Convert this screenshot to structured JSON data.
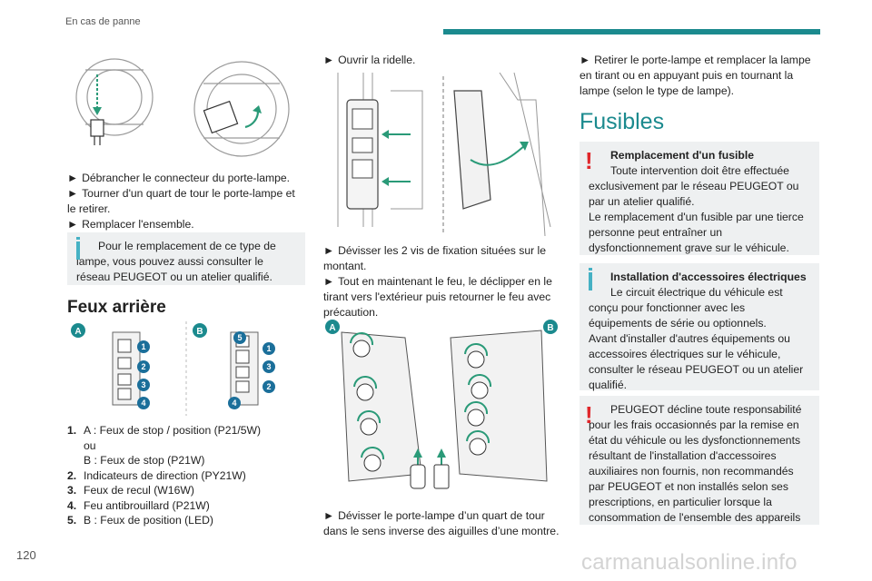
{
  "header": {
    "section_title": "En cas de panne",
    "accent_color": "#1b8a8e"
  },
  "page_number": "120",
  "watermark": "carmanualsonline.info",
  "col1": {
    "steps": [
      "Débrancher le connecteur du porte-lampe.",
      "Tourner d'un quart de tour le porte-lampe et le retirer.",
      "Remplacer l'ensemble."
    ],
    "note": "Pour le remplacement de ce type de lampe, vous pouvez aussi consulter le réseau PEUGEOT ou un atelier qualifié.",
    "heading": "Feux arrière",
    "fig_labels": {
      "a": "A",
      "b": "B"
    },
    "list": [
      {
        "num": "1.",
        "lines": [
          "A : Feux de stop / position (P21/5W)",
          "ou",
          "B : Feux de stop (P21W)"
        ]
      },
      {
        "num": "2.",
        "lines": [
          "Indicateurs de direction (PY21W)"
        ]
      },
      {
        "num": "3.",
        "lines": [
          "Feux de recul (W16W)"
        ]
      },
      {
        "num": "4.",
        "lines": [
          "Feu antibrouillard (P21W)"
        ]
      },
      {
        "num": "5.",
        "lines": [
          "B : Feux de position (LED)"
        ]
      }
    ]
  },
  "col2": {
    "step1": "Ouvrir la ridelle.",
    "step2": "Dévisser les 2 vis de fixation situées sur le montant.",
    "step3": "Tout en maintenant le feu, le déclipper en le tirant vers l'extérieur puis retourner le feu avec précaution.",
    "fig_labels": {
      "a": "A",
      "b": "B"
    },
    "step4": "Dévisser le porte-lampe d’un quart de tour dans le sens inverse des aiguilles d’une montre."
  },
  "col3": {
    "step1": "Retirer le porte-lampe et remplacer la lampe en tirant ou en appuyant puis en tournant la lampe (selon le type de lampe).",
    "heading": "Fusibles",
    "warn1": {
      "title": "Remplacement d'un fusible",
      "text": "Toute intervention doit être effectuée exclusivement par le réseau PEUGEOT ou par un atelier qualifié.",
      "text2": "Le remplacement d'un fusible par une tierce personne peut entraîner un dysfonctionnement grave sur le véhicule."
    },
    "info1": {
      "title": "Installation d'accessoires électriques",
      "text": "Le circuit électrique du véhicule est conçu pour fonctionner avec les équipements de série ou optionnels.",
      "text2": "Avant d'installer d'autres équipements ou accessoires électriques sur le véhicule, consulter le réseau PEUGEOT ou un atelier qualifié."
    },
    "warn2": {
      "text": "PEUGEOT décline toute responsabilité pour les frais occasionnés par la remise en état du véhicule ou les dysfonctionnements résultant de l'installation d'accessoires auxiliaires non fournis, non recommandés par PEUGEOT et non installés selon ses prescriptions, en particulier lorsque la consommation de l'ensemble des appareils"
    }
  },
  "arrow_glyph": "►",
  "colors": {
    "info": "#45b1c4",
    "warning": "#e0262a",
    "note_bg": "#eef0f1",
    "badge": "#1b6f9a",
    "label": "#1b8a8e"
  }
}
